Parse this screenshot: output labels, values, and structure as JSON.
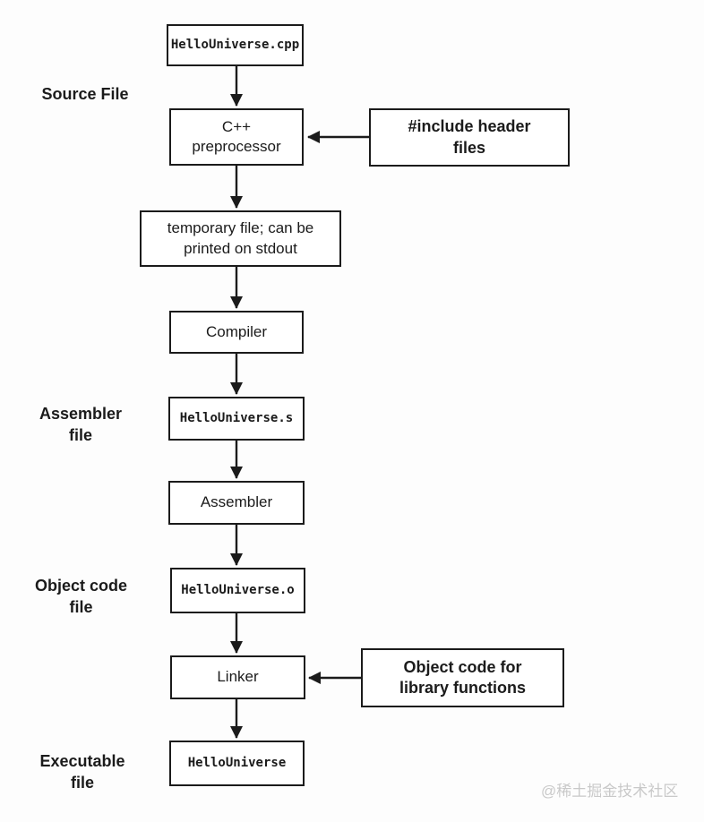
{
  "diagram": {
    "nodes": {
      "source_file_name": {
        "label": "HelloUniverse.cpp"
      },
      "preprocessor": {
        "label": "C++\npreprocessor"
      },
      "include_headers": {
        "label": "#include header\nfiles"
      },
      "temp_file": {
        "label": "temporary file; can be\nprinted on stdout"
      },
      "compiler": {
        "label": "Compiler"
      },
      "assembler_file_name": {
        "label": "HelloUniverse.s"
      },
      "assembler": {
        "label": "Assembler"
      },
      "object_file_name": {
        "label": "HelloUniverse.o"
      },
      "linker": {
        "label": "Linker"
      },
      "object_library": {
        "label": "Object code for\nlibrary functions"
      },
      "executable_name": {
        "label": "HelloUniverse"
      }
    },
    "stage_labels": {
      "source": "Source File",
      "assembler": "Assembler\nfile",
      "object": "Object code\nfile",
      "executable": "Executable\nfile"
    },
    "edges": [
      {
        "from": "source_file_name",
        "to": "preprocessor"
      },
      {
        "from": "include_headers",
        "to": "preprocessor"
      },
      {
        "from": "preprocessor",
        "to": "temp_file"
      },
      {
        "from": "temp_file",
        "to": "compiler"
      },
      {
        "from": "compiler",
        "to": "assembler_file_name"
      },
      {
        "from": "assembler_file_name",
        "to": "assembler"
      },
      {
        "from": "assembler",
        "to": "object_file_name"
      },
      {
        "from": "object_file_name",
        "to": "linker"
      },
      {
        "from": "object_library",
        "to": "linker"
      },
      {
        "from": "linker",
        "to": "executable_name"
      }
    ]
  },
  "watermark": {
    "text": "@稀土掘金技术社区"
  },
  "colors": {
    "background": "#fdfdfd",
    "box_fill": "#ffffff",
    "line": "#1b1b1b",
    "text": "#1b1b1b",
    "watermark": "#c9c9c9"
  }
}
